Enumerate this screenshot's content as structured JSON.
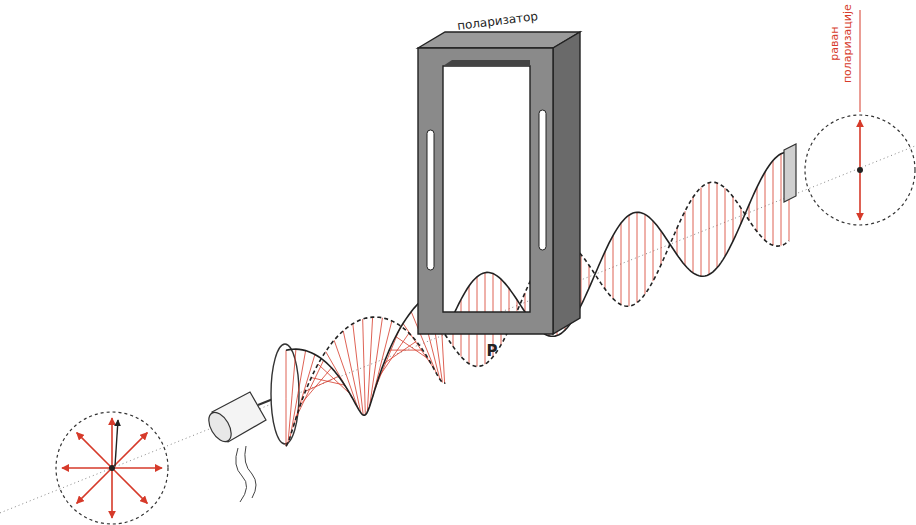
{
  "diagram": {
    "labels": [
      "поларизатор",
      "P",
      "раван поларизације"
    ]
  }
}
